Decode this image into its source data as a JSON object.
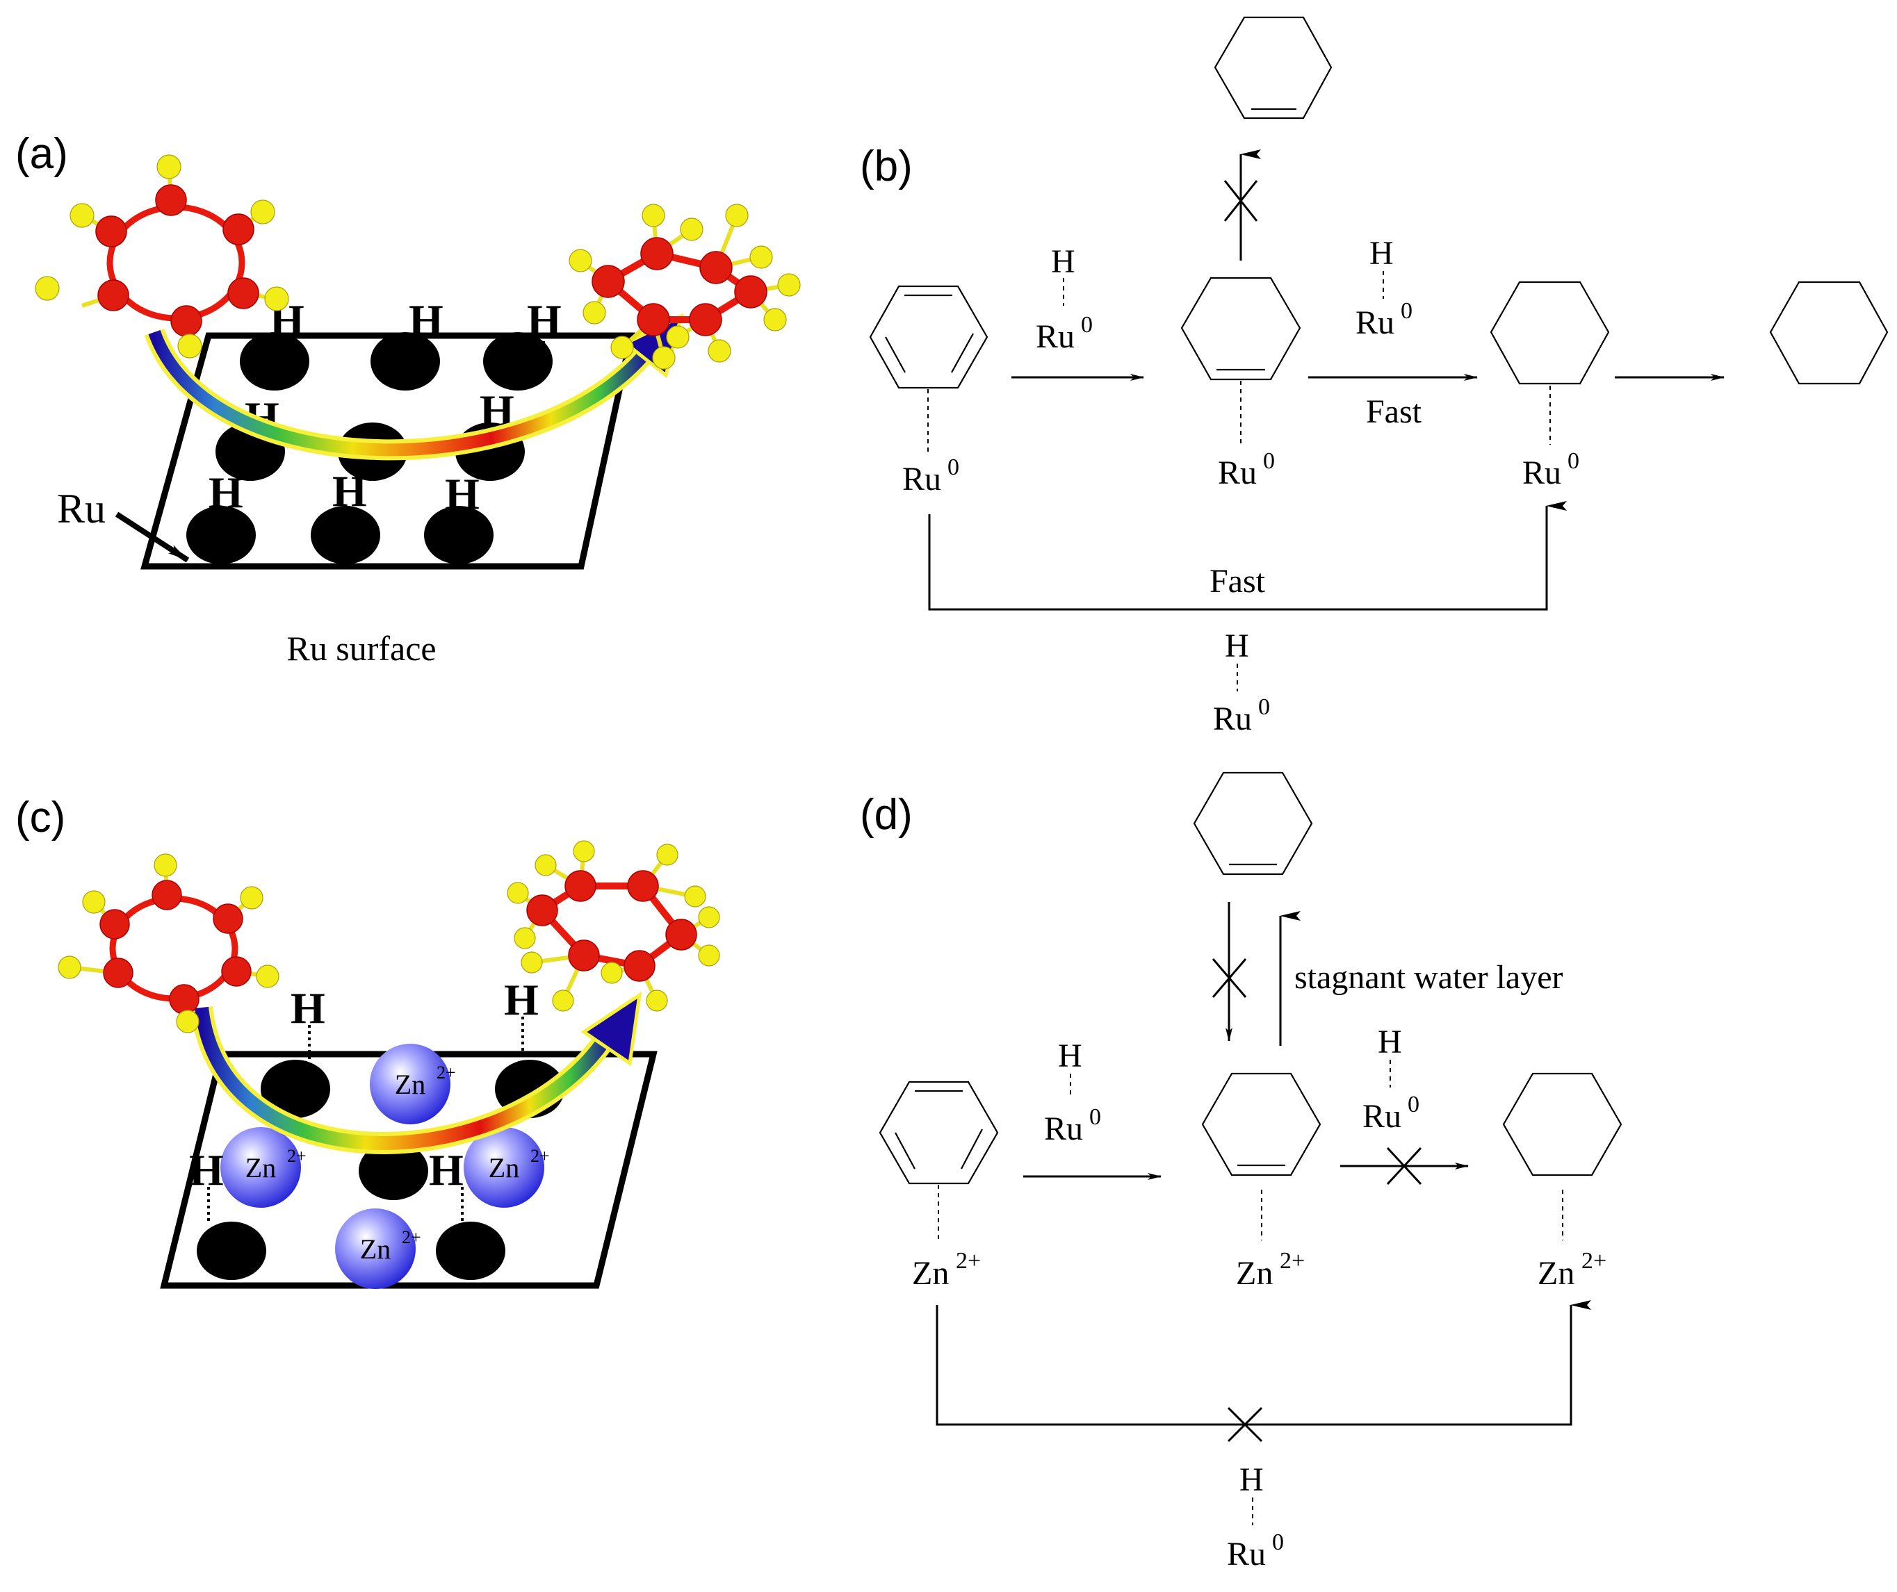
{
  "panels": {
    "a": {
      "label": "(a)",
      "atom_label_ru": "Ru",
      "caption": "Ru surface",
      "h_label": "H"
    },
    "b": {
      "label": "(b)",
      "h_label": "H",
      "ru_label": "Ru",
      "ru_superscript": "0",
      "fast_label_top": "Fast",
      "fast_label_bottom": "Fast"
    },
    "c": {
      "label": "(c)",
      "h_label": "H",
      "zn_label": "Zn",
      "zn_superscript": "2+"
    },
    "d": {
      "label": "(d)",
      "h_label": "H",
      "ru_label": "Ru",
      "ru_superscript": "0",
      "zn_label": "Zn",
      "zn_superscript": "2+",
      "water_label": "stagnant water layer"
    }
  },
  "colors": {
    "carbon": "#e01b10",
    "hydrogen": "#f2ec18",
    "ru_atom": "#000000",
    "zn_ion": "#3b3bf0",
    "arrow_gradient": [
      "#1a0aa0",
      "#2f7fd0",
      "#3fbf3f",
      "#f0e010",
      "#f07010",
      "#e01010"
    ]
  },
  "icons": [
    "benzene-molecule",
    "cyclohexene-molecule",
    "rainbow-curved-arrow",
    "blocked-cross-icon"
  ]
}
